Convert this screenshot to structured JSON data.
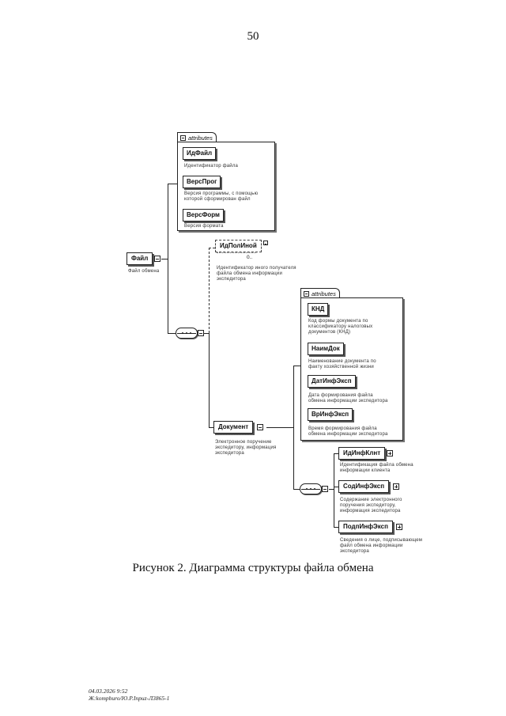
{
  "page_number": "50",
  "caption": "Рисунок 2. Диаграмма структуры файла обмена",
  "footer": {
    "line1": "04.03.2026 9:52",
    "line2": "Ж:kompburo/Ю.Р.Inpuz-Л3865-1"
  },
  "diagram": {
    "root": {
      "label": "Файл",
      "desc": "Файл обмена"
    },
    "file_attributes": {
      "tab": "attributes",
      "items": [
        {
          "label": "ИдФайл",
          "desc": [
            "Идентификатор файла"
          ]
        },
        {
          "label": "ВерсПрог",
          "desc": [
            "Версия программы, с помощью",
            "которой сформирован файл"
          ]
        },
        {
          "label": "ВерсФорм",
          "desc": [
            "Версия формата"
          ]
        }
      ]
    },
    "optional_element": {
      "label": "ИдПолИной",
      "multiplicity": "0..",
      "desc": [
        "Идентификатор иного получателя",
        "файла обмена информации",
        "экспедитора"
      ]
    },
    "document": {
      "label": "Документ",
      "desc": [
        "Электронное поручение",
        "экспедитору, информация",
        "экспедитора"
      ]
    },
    "document_attributes": {
      "tab": "attributes",
      "items": [
        {
          "label": "КНД",
          "desc": [
            "Код формы документа по",
            "классификатору налоговых",
            "документов (КНД)"
          ]
        },
        {
          "label": "НаимДок",
          "desc": [
            "Наименование документа по",
            "факту хозяйственной жизни"
          ]
        },
        {
          "label": "ДатИнфЭксп",
          "desc": [
            "Дата формирования файла",
            "обмена информации экспедитора"
          ]
        },
        {
          "label": "ВрИнфЭксп",
          "desc": [
            "Время формирования файла",
            "обмена информации экспедитора"
          ]
        }
      ]
    },
    "children": [
      {
        "label": "ИдИнфКлнт",
        "desc": [
          "Идентификация файла обмена",
          "информации клиента"
        ]
      },
      {
        "label": "СодИнфЭксп",
        "desc": [
          "Содержание электронного",
          "поручения экспедитору,",
          "информация экспедитора"
        ]
      },
      {
        "label": "ПодпИнфЭксп",
        "desc": [
          "Сведения о лице, подписывающем",
          "файл обмена информации",
          "экспедитора"
        ]
      }
    ]
  }
}
